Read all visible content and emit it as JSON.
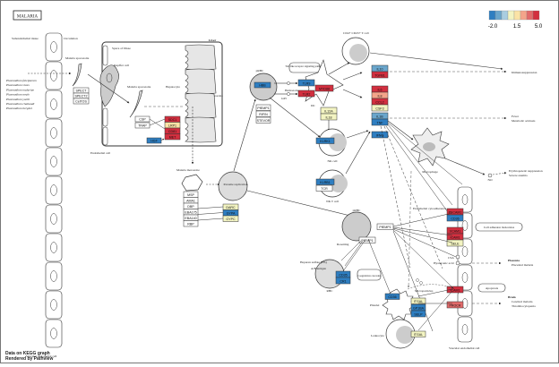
{
  "title": "MALARIA",
  "legend": {
    "min_label": "-2.0",
    "mid_label": "1.5",
    "max_label": "5.0",
    "colors": [
      "#2e7ec1",
      "#6aa6cc",
      "#a9cde0",
      "#f3f4c2",
      "#fbe3a6",
      "#f4a48a",
      "#e26a6a",
      "#d22f3f"
    ]
  },
  "footer": {
    "line1": "Data on KEGG graph",
    "line2": "Rendered by Pathview"
  },
  "labels": {
    "subendothelial": "Subendothelial tissue",
    "circulation": "Circulation",
    "space_disse": "Space of Disse",
    "kupffer": "Kupffer cell",
    "liver": "Liver",
    "sporozoite1": "Malaria sporozoite",
    "sporozoite2": "Malaria sporozoite",
    "hepatocyte": "Hepatocyte",
    "transform": "Transform into merozoite",
    "endothelial": "Endothelial cell",
    "merozoite": "Malaria merozoite",
    "rbc": "RBC",
    "parasite_replication": "Parasite replication",
    "prbc1": "pRBC",
    "prbc2": "pRBC",
    "hemozoin": "Hemozoin",
    "gpi": "GPI",
    "dc": "DC",
    "tlr_pathway": "Toll-like receptor signaling pathway",
    "cd4t": "CD4+ CD25+ T cell",
    "nk": "NK cell",
    "nkt": "NK T cell",
    "macrophage": "Macrophage",
    "immunosuppression": "Immunosuppression",
    "fever": "Fever",
    "metabolic_acidosis": "Metabolic acidosis",
    "erythropoietic": "Erythropoietic suppression",
    "severe_anemia": "Severe anemia",
    "no": "NO",
    "endo_cytoadherence": "Endothelial cytoadherence",
    "cell_adhesion": "Cell adhesion molecules",
    "csa": "CSA",
    "hyaluronic": "Hyaluronic acid",
    "placenta": "Placenta",
    "placental_malaria": "Placental malaria",
    "apoptosis": "Apoptosis",
    "brain": "Brain",
    "cerebral_malaria": "Cerebral malaria",
    "thrombocytopenia": "Thrombocytopenia",
    "rosetting": "Rosetting",
    "heparan": "Heparan sulfate (HS)",
    "ab_antigen": "A/B antigen",
    "coagulation": "Coagulation cascades",
    "microparticles": "Microparticles",
    "platelet": "Platelet",
    "leukocyte": "Leukocyte",
    "vascular_endothelial1": "Vascular endothelial cell",
    "vascular_endothelial2": "Vascular endothelial cell"
  },
  "species": [
    "Plasmodium falciparum",
    "Plasmodium vivax",
    "Plasmodium malariae",
    "Plasmodium ovale",
    "Plasmodium yoelii",
    "Plasmodium chabaudi",
    "Plasmodium berghei"
  ],
  "genes": {
    "sporozoite_proteins": [
      "SPECT",
      "SPECT2",
      "CelTOS"
    ],
    "liver_parasite": [
      "CSP",
      "TRAP"
    ],
    "liver_host": [
      {
        "name": "SDC1",
        "color": "#d22f3f"
      },
      {
        "name": "LRP1",
        "color": "#fbe3a6"
      },
      {
        "name": "CD81",
        "color": "#d22f3f"
      },
      {
        "name": "MET",
        "color": "#d22f3f"
      }
    ],
    "hgf": {
      "name": "HGF",
      "color": "#2e7ec1"
    },
    "merozoite_proteins": [
      "MSP",
      "AMA1",
      "DBP",
      "EBA175",
      "EBA140",
      "RBP"
    ],
    "rbc_receptors": [
      {
        "name": "DARC",
        "color": "#f3f4c2"
      },
      {
        "name": "GYPA",
        "color": "#2e7ec1"
      },
      {
        "name": "GYPC",
        "color": "#f3f4c2"
      }
    ],
    "prbc_surface": {
      "name": "HBB",
      "color": "#2e7ec1"
    },
    "prbc_proteins": [
      "PfEMP1",
      "RIFIN",
      "STEVOR"
    ],
    "tlr": [
      {
        "name": "TLR9",
        "color": "#2e7ec1"
      },
      {
        "name": "TLR2",
        "color": "#d22f3f"
      }
    ],
    "dc_myd88": {
      "name": "MYD88",
      "color": "#d22f3f"
    },
    "il12": [
      {
        "name": "IL12A",
        "color": "#f3f4c2"
      },
      {
        "name": "IL18",
        "color": "#f3f4c2"
      }
    ],
    "treg_out": [
      {
        "name": "IL10",
        "color": "#6aa6cc"
      },
      {
        "name": "TGFB1",
        "color": "#d22f3f"
      }
    ],
    "cytokines": [
      {
        "name": "IL6",
        "color": "#d22f3f"
      },
      {
        "name": "IL8",
        "color": "#f4a48a"
      },
      {
        "name": "CCL2",
        "color": "#d22f3f"
      },
      {
        "name": "CSF3",
        "color": "#f3f4c2"
      }
    ],
    "tnf_group": [
      {
        "name": "IL1B",
        "color": "#6aa6cc"
      },
      {
        "name": "TNF",
        "color": "#2e7ec1"
      }
    ],
    "ifng": {
      "name": "IFNG",
      "color": "#2e7ec1"
    },
    "nk_receptor": {
      "name": "KLRK1",
      "color": "#2e7ec1"
    },
    "nkt_receptor": {
      "name": "KLRB1",
      "color": "#2e7ec1"
    },
    "nkt_tcr": "TCR",
    "prbc2_proteins": [
      "PfEMP1"
    ],
    "prbc2_pfemp": "PfEMP1",
    "rbc_rosetting": [
      {
        "name": "CD35",
        "color": "#2e7ec1"
      },
      {
        "name": "CR1",
        "color": "#2e7ec1"
      }
    ],
    "platelet_cd36": {
      "name": "CD36",
      "color": "#2e7ec1"
    },
    "platelet_itgal": {
      "name": "ITGAL",
      "color": "#f3f4c2"
    },
    "platelet_glyco": [
      {
        "name": "GP1BA",
        "color": "#2e7ec1"
      },
      {
        "name": "SELP",
        "color": "#2e7ec1"
      }
    ],
    "leuko_itgal": {
      "name": "ITGAL",
      "color": "#f3f4c2"
    },
    "endo_adhesion1": [
      {
        "name": "PECAM1",
        "color": "#d22f3f"
      },
      {
        "name": "CD36",
        "color": "#2e7ec1"
      }
    ],
    "endo_adhesion2": [
      {
        "name": "VCAM1",
        "color": "#d22f3f"
      },
      {
        "name": "ICAM1",
        "color": "#d22f3f"
      },
      {
        "name": "SELE",
        "color": "#f3f4c2"
      }
    ],
    "endo_icam": {
      "name": "ICAM1",
      "color": "#d22f3f"
    },
    "endo_epcr": {
      "name": "PROCR",
      "color": "#e26a6a"
    }
  }
}
